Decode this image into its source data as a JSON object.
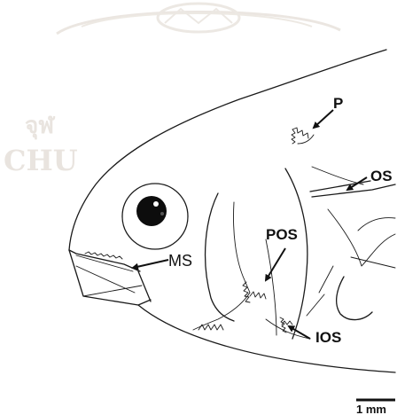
{
  "figure": {
    "labels": {
      "p": "P",
      "os": "OS",
      "pos": "POS",
      "ms": "MS",
      "ios": "IOS"
    },
    "scale_bar": "1 mm",
    "watermark": {
      "line1": "จุฬ",
      "line2": "CHU"
    }
  },
  "colors": {
    "ink": "#1a1a1a",
    "watermark": "#e7e2dc",
    "background": "#ffffff"
  }
}
